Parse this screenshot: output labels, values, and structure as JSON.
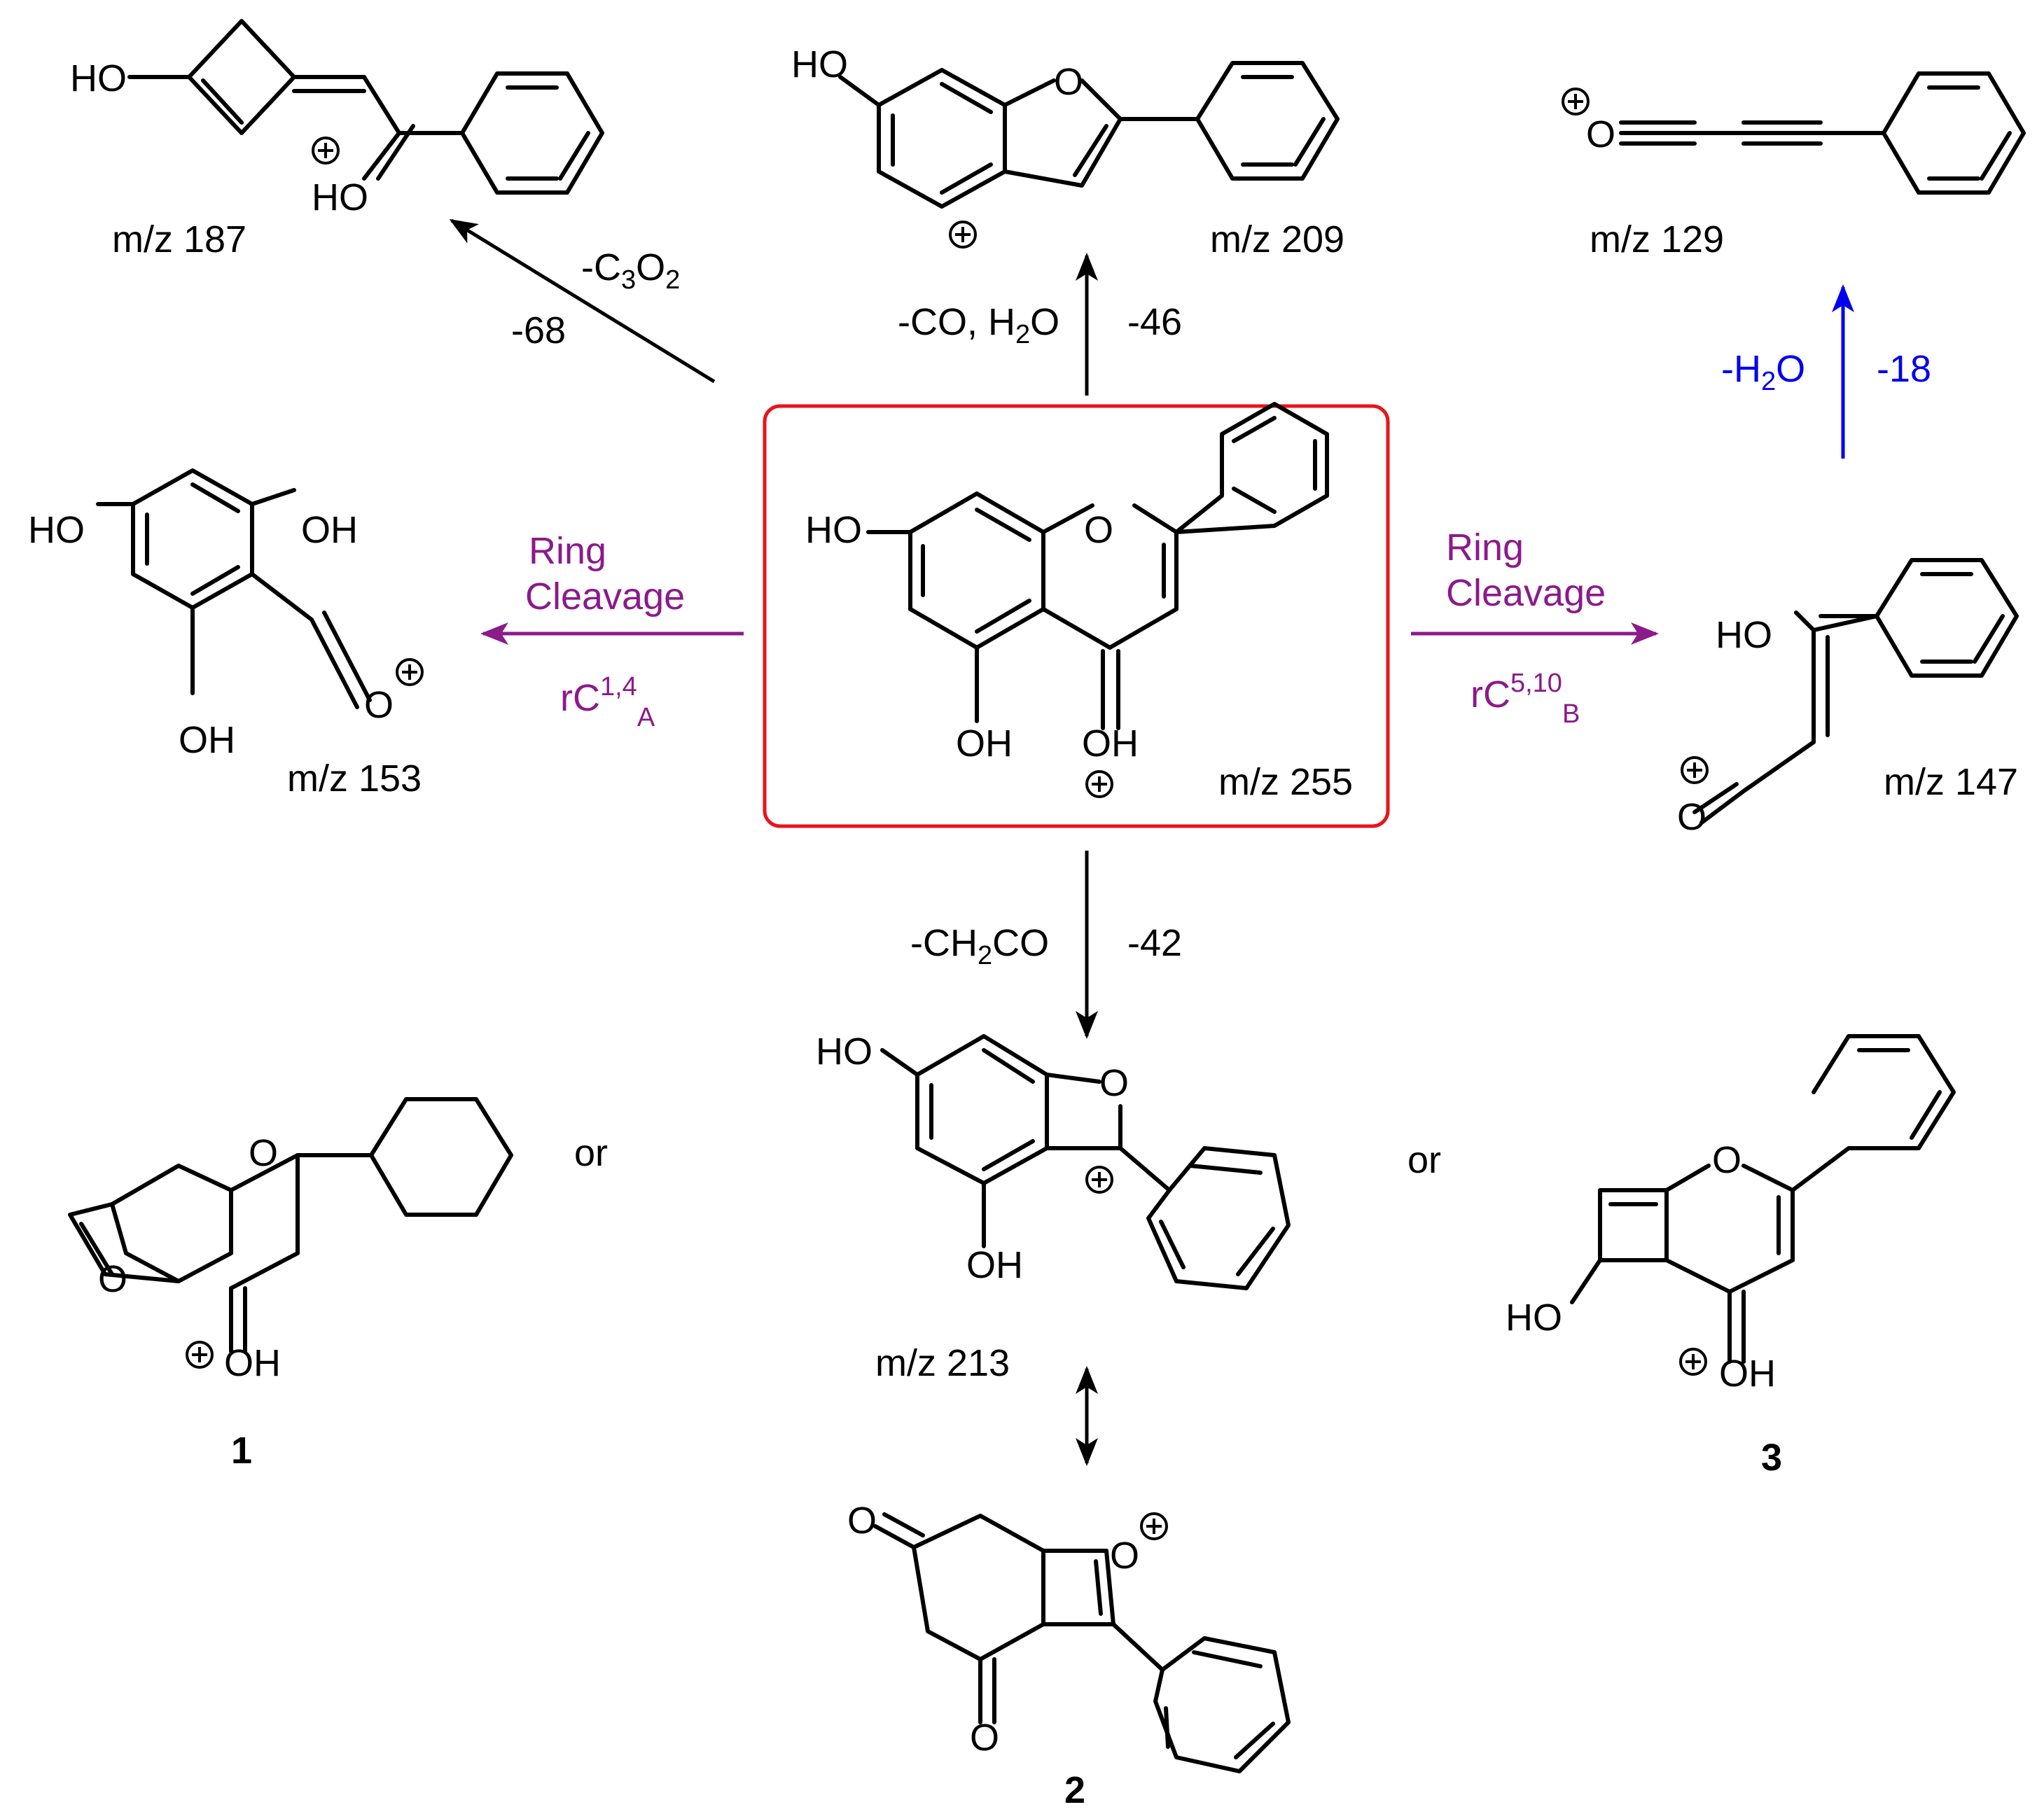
{
  "parent": {
    "mz": "m/z 255",
    "box_color": "#e8141c"
  },
  "products": {
    "p187": {
      "mz": "m/z 187"
    },
    "p209": {
      "mz": "m/z 209"
    },
    "p129": {
      "mz": "m/z 129"
    },
    "p153": {
      "mz": "m/z 153"
    },
    "p147": {
      "mz": "m/z 147"
    },
    "p213": {
      "mz": "m/z 213"
    }
  },
  "arrows": {
    "to187": {
      "loss": "-C3O2",
      "mass": "-68"
    },
    "to209": {
      "loss": "-CO, H2O",
      "mass": "-46"
    },
    "to129": {
      "loss": "-H2O",
      "mass": "-18"
    },
    "to153": {
      "line1": "Ring",
      "line2": "Cleavage",
      "rc": "rC",
      "sup": "1,4",
      "sub": "A"
    },
    "to147": {
      "line1": "Ring",
      "line2": "Cleavage",
      "rc": "rC",
      "sup": "5,10",
      "sub": "B"
    },
    "to213": {
      "loss": "-CH2CO",
      "mass": "-42"
    }
  },
  "connectors": {
    "or_left": "or",
    "or_right": "or"
  },
  "compounds": {
    "c1": "1",
    "c2": "2",
    "c3": "3"
  },
  "atoms": {
    "HO": "HO",
    "OH": "OH",
    "O": "O"
  },
  "colors": {
    "magenta": "#8b1a8b",
    "blue": "#0000ee",
    "red": "#e8141c",
    "black": "#000000"
  }
}
